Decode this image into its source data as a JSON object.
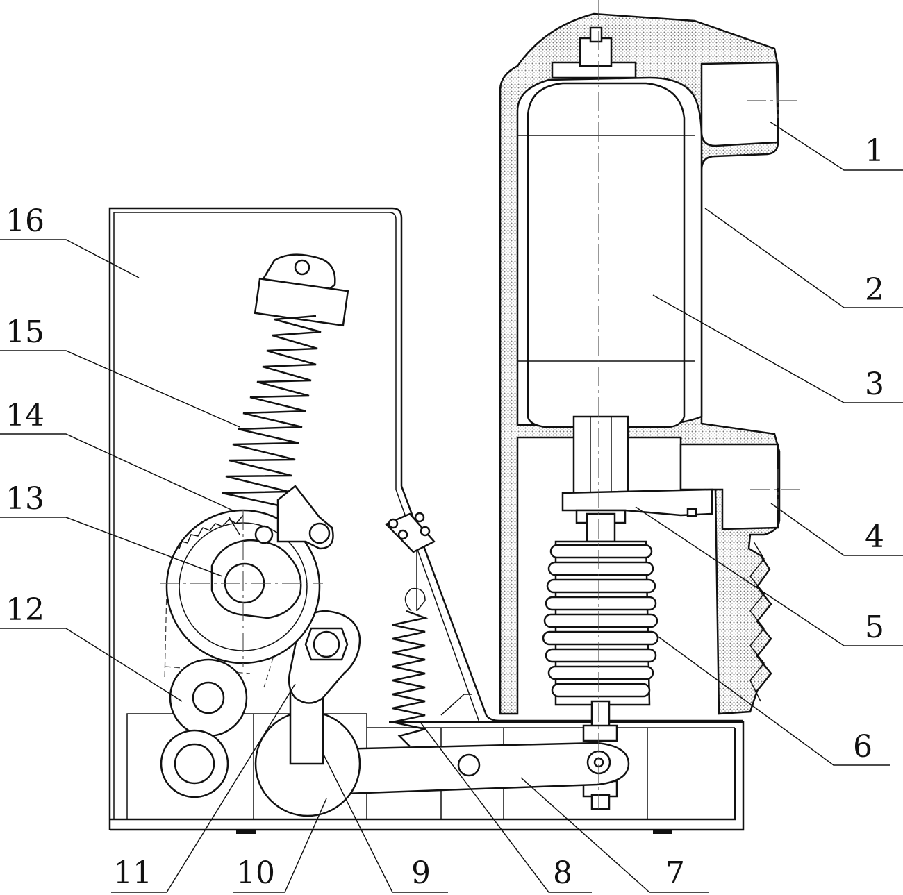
{
  "labels": {
    "l1": "1",
    "l2": "2",
    "l3": "3",
    "l4": "4",
    "l5": "5",
    "l6": "6",
    "l7": "7",
    "l8": "8",
    "l9": "9",
    "l10": "10",
    "l11": "11",
    "l12": "12",
    "l13": "13",
    "l14": "14",
    "l15": "15",
    "l16": "16"
  },
  "colors": {
    "line": "#111111",
    "background": "#ffffff",
    "insulation_fill": "dotted-gray"
  }
}
